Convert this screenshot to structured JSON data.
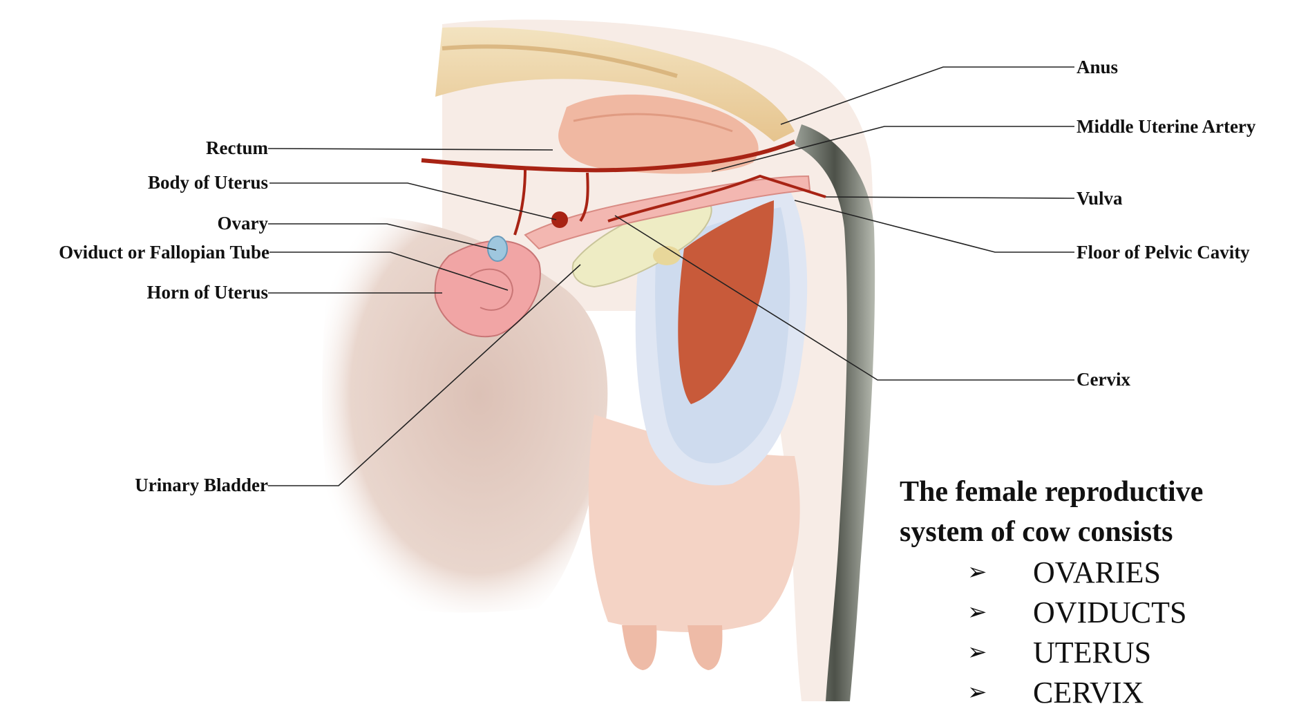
{
  "labels": {
    "rectum": "Rectum",
    "body_of_uterus": "Body of Uterus",
    "ovary": "Ovary",
    "oviduct": "Oviduct or Fallopian Tube",
    "horn_of_uterus": "Horn of Uterus",
    "urinary_bladder": "Urinary Bladder",
    "anus": "Anus",
    "middle_uterine_artery": "Middle Uterine Artery",
    "vulva": "Vulva",
    "floor_of_pelvic_cavity": "Floor of Pelvic Cavity",
    "cervix": "Cervix"
  },
  "caption": {
    "line1": "The female reproductive",
    "line2": "system of cow consists"
  },
  "bullets": [
    {
      "marker": "➢",
      "text": "OVARIES"
    },
    {
      "marker": "➢",
      "text": "OVIDUCTS"
    },
    {
      "marker": "➢",
      "text": "UTERUS"
    },
    {
      "marker": "➢",
      "text": "CERVIX"
    }
  ],
  "colors": {
    "body_skin": "#f3d2c4",
    "abdomen": "#e6cfc4",
    "spine": "#eccf9e",
    "muscle": "#c85a3a",
    "artery": "#a82314",
    "uterus": "#f1a5a5",
    "bladder": "#eeecc4",
    "tail": "#6f7068",
    "membrane": "#c9d8ec"
  }
}
